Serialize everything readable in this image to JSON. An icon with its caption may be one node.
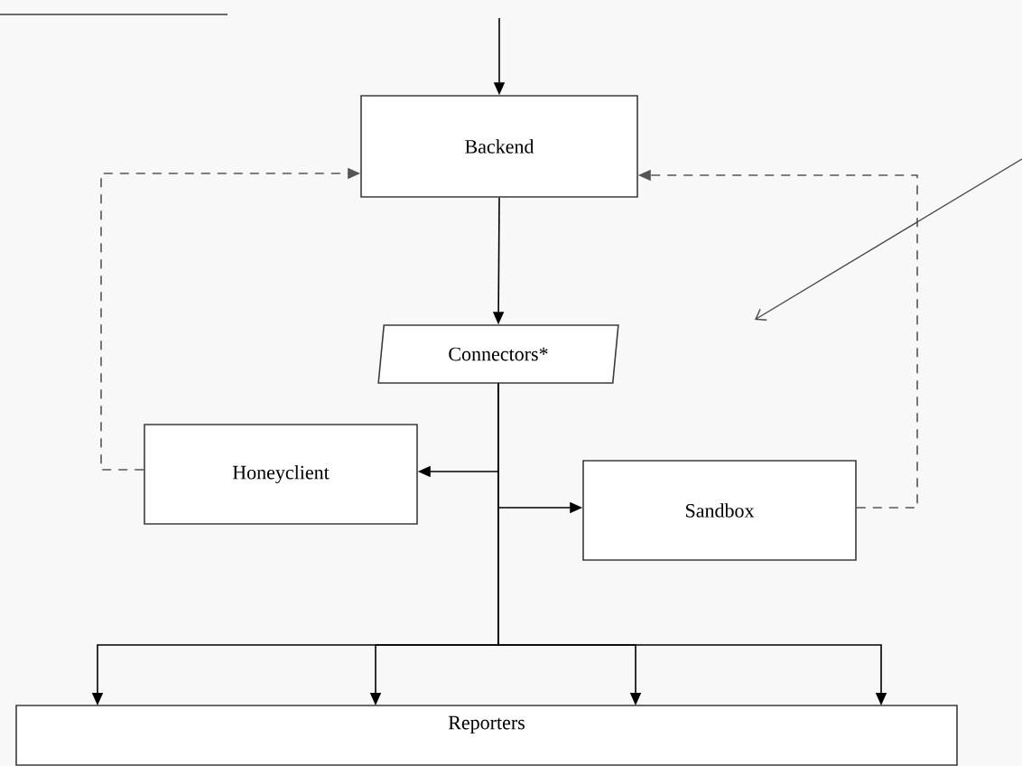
{
  "diagram": {
    "nodes": [
      {
        "text": [
          "Backend"
        ]
      },
      {
        "text": [
          "Connectors*"
        ]
      },
      {
        "text": [
          "Honeyclient"
        ]
      },
      {
        "text": [
          "Sandbox"
        ]
      },
      {
        "text": [
          "Reporters"
        ]
      }
    ],
    "edges": [
      {
        "from": null,
        "to": 0,
        "arrow": "to"
      },
      {
        "from": 0,
        "to": 1,
        "arrow": "to"
      },
      {
        "from": 1,
        "to": 2,
        "arrow": "to"
      },
      {
        "from": 1,
        "to": 3,
        "arrow": "to"
      },
      {
        "from": 1,
        "to": 4,
        "arrow": "to"
      },
      {
        "from": 1,
        "to": 4,
        "arrow": "to"
      },
      {
        "from": 1,
        "to": 4,
        "arrow": "to"
      },
      {
        "from": 1,
        "to": 4,
        "arrow": "to"
      },
      {
        "from": 2,
        "to": 0,
        "arrow": "to",
        "style": "dashed",
        "color": "#555555"
      },
      {
        "from": 3,
        "to": 0,
        "arrow": "to",
        "style": "dashed",
        "color": "#555555"
      }
    ]
  }
}
